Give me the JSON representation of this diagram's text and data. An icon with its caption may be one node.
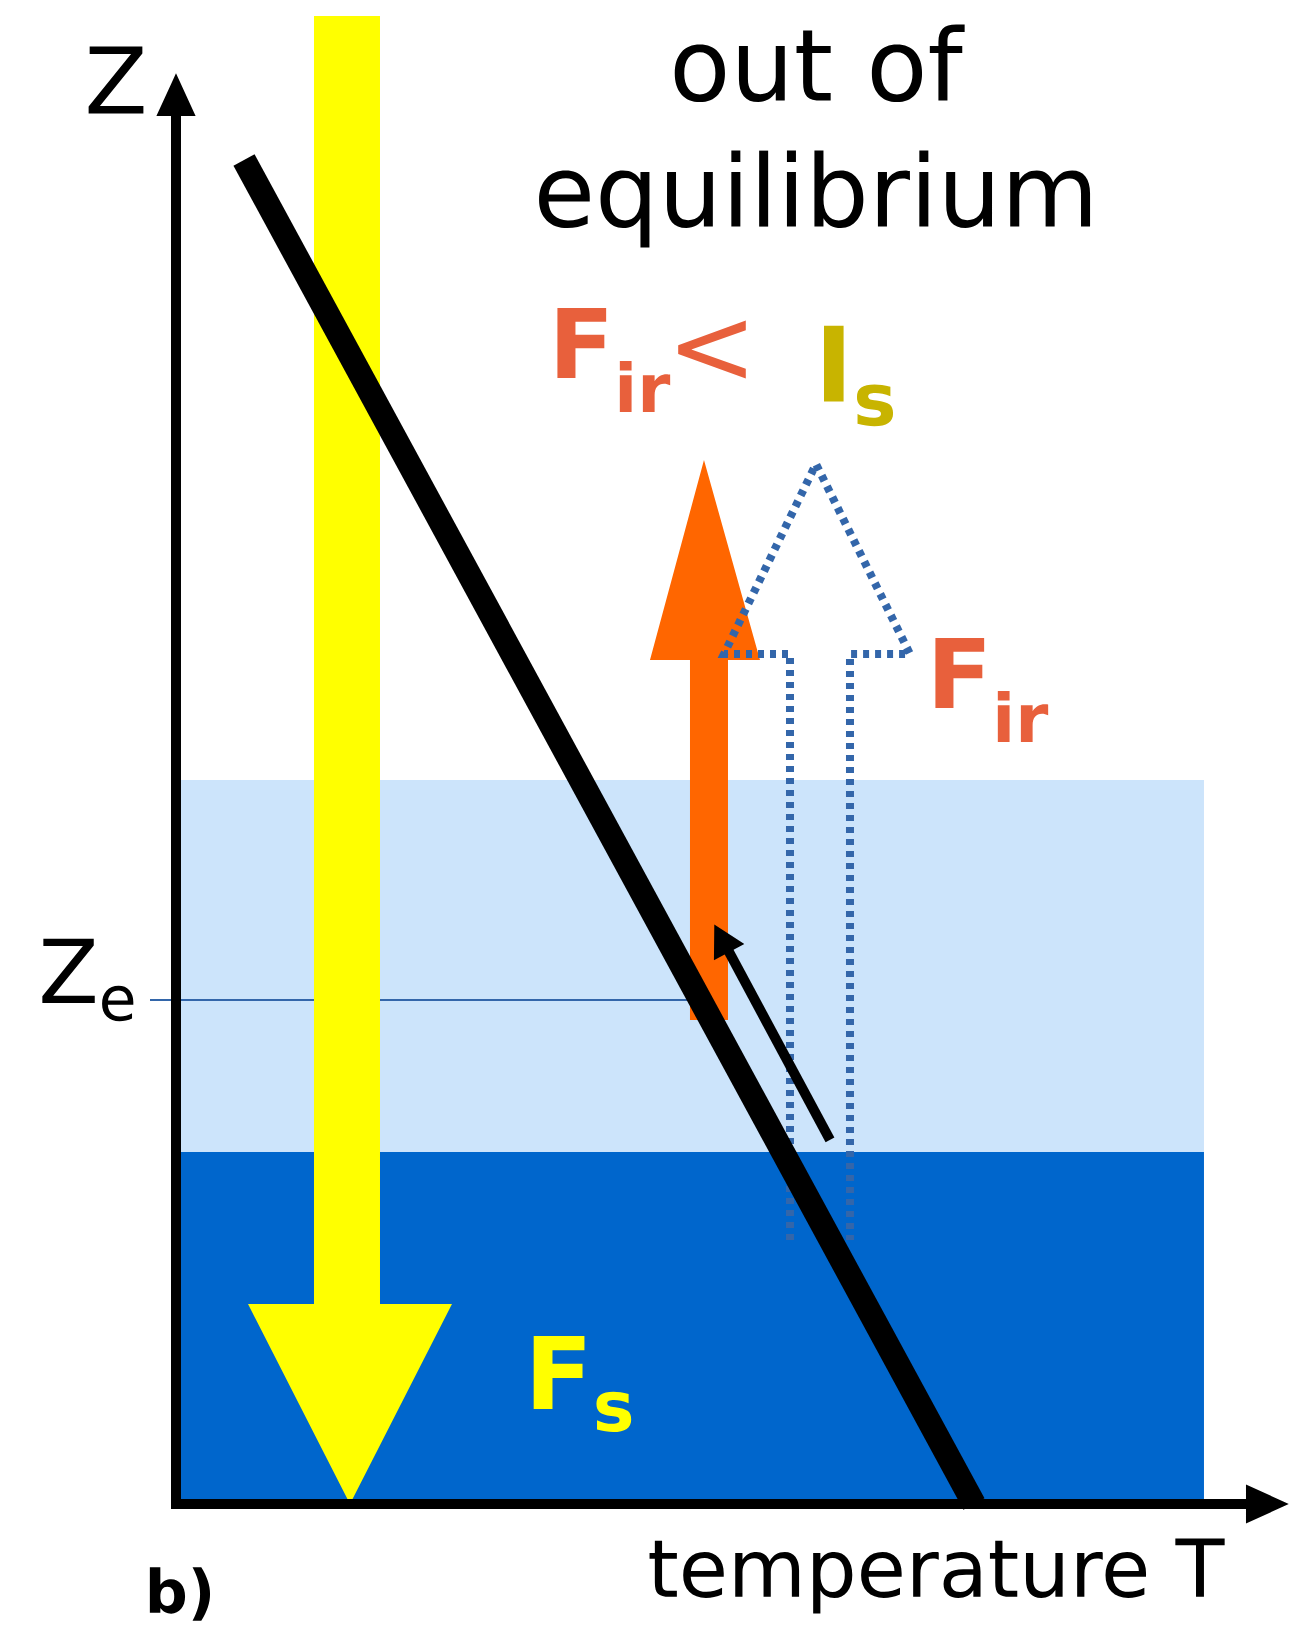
{
  "diagram": {
    "title": "out of equilibrium",
    "labels": [
      "Z",
      "F$_{ir}$",
      "<",
      "I$_{s}$",
      "F$_{ir}$",
      "Z$_{e}$",
      "F$_{s}$",
      "temperature T",
      "b)"
    ]
  }
}
